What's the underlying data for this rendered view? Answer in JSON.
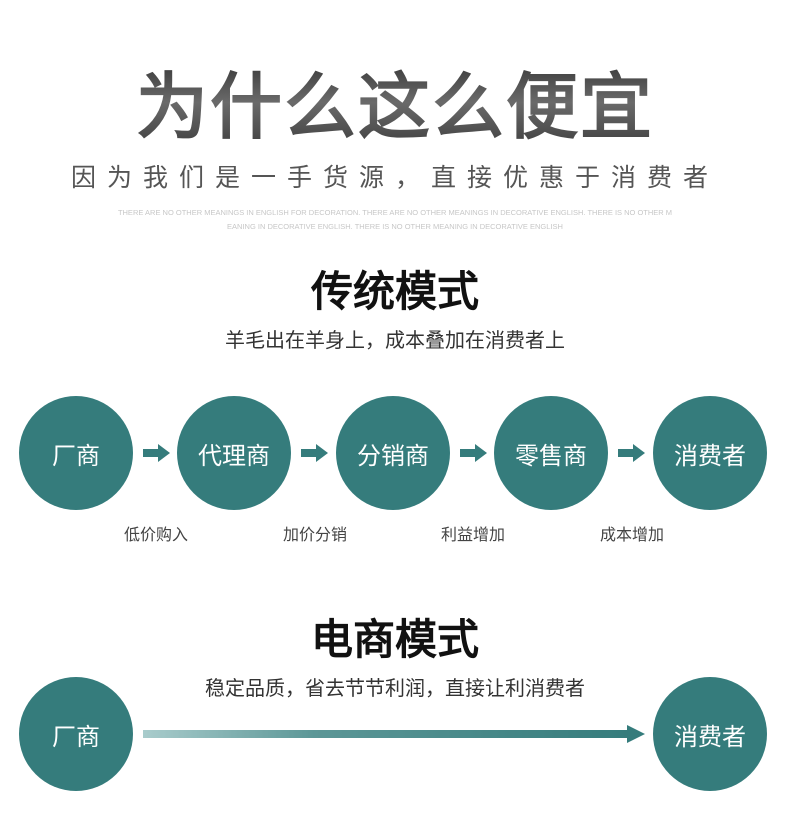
{
  "header": {
    "title": "为什么这么便宜",
    "subtitle": "因为我们是一手货源，直接优惠于消费者",
    "decoration_line1": "THERE ARE NO OTHER MEANINGS IN ENGLISH FOR DECORATION. THERE ARE NO OTHER MEANINGS IN DECORATIVE ENGLISH. THERE IS NO OTHER M",
    "decoration_line2": "EANING IN DECORATIVE ENGLISH. THERE IS NO OTHER MEANING IN DECORATIVE ENGLISH"
  },
  "traditional": {
    "title": "传统模式",
    "subtitle": "羊毛出在羊身上，成本叠加在消费者上",
    "steps": [
      "厂商",
      "代理商",
      "分销商",
      "零售商",
      "消费者"
    ],
    "transitions": [
      "低价购入",
      "加价分销",
      "利益增加",
      "成本增加"
    ]
  },
  "ecommerce": {
    "title": "电商模式",
    "subtitle": "稳定品质，省去节节利润，直接让利消费者",
    "from": "厂商",
    "to": "消费者"
  },
  "colors": {
    "circle": "#357c7c",
    "arrow": "#357c7c"
  }
}
